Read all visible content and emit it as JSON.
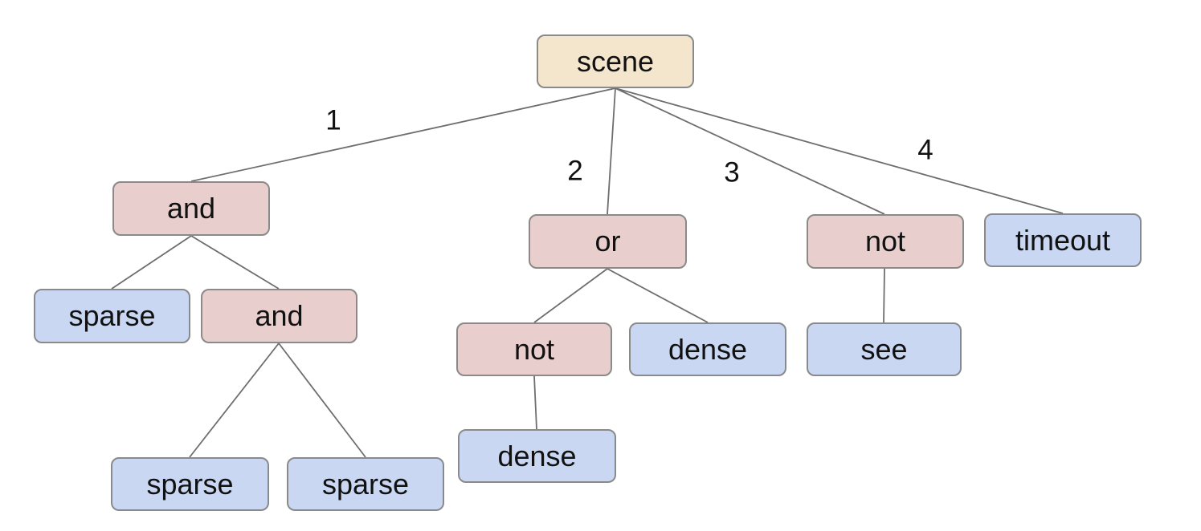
{
  "diagram": {
    "nodes": {
      "scene": {
        "label": "scene",
        "type": "root"
      },
      "and1": {
        "label": "and",
        "type": "operator"
      },
      "or1": {
        "label": "or",
        "type": "operator"
      },
      "not1": {
        "label": "not",
        "type": "operator"
      },
      "timeout1": {
        "label": "timeout",
        "type": "leaf"
      },
      "sparse1": {
        "label": "sparse",
        "type": "leaf"
      },
      "and2": {
        "label": "and",
        "type": "operator"
      },
      "not2": {
        "label": "not",
        "type": "operator"
      },
      "dense1": {
        "label": "dense",
        "type": "leaf"
      },
      "see1": {
        "label": "see",
        "type": "leaf"
      },
      "sparse2": {
        "label": "sparse",
        "type": "leaf"
      },
      "sparse3": {
        "label": "sparse",
        "type": "leaf"
      },
      "dense2": {
        "label": "dense",
        "type": "leaf"
      }
    },
    "edge_labels": {
      "branch1": "1",
      "branch2": "2",
      "branch3": "3",
      "branch4": "4"
    },
    "colors": {
      "root_fill": "#f3e6cd",
      "operator_fill": "#e8cecd",
      "leaf_fill": "#c9d7f2",
      "node_border": "#8a8a8a",
      "edge_line": "#6e6e6e",
      "text": "#111111",
      "background": "#ffffff"
    }
  }
}
